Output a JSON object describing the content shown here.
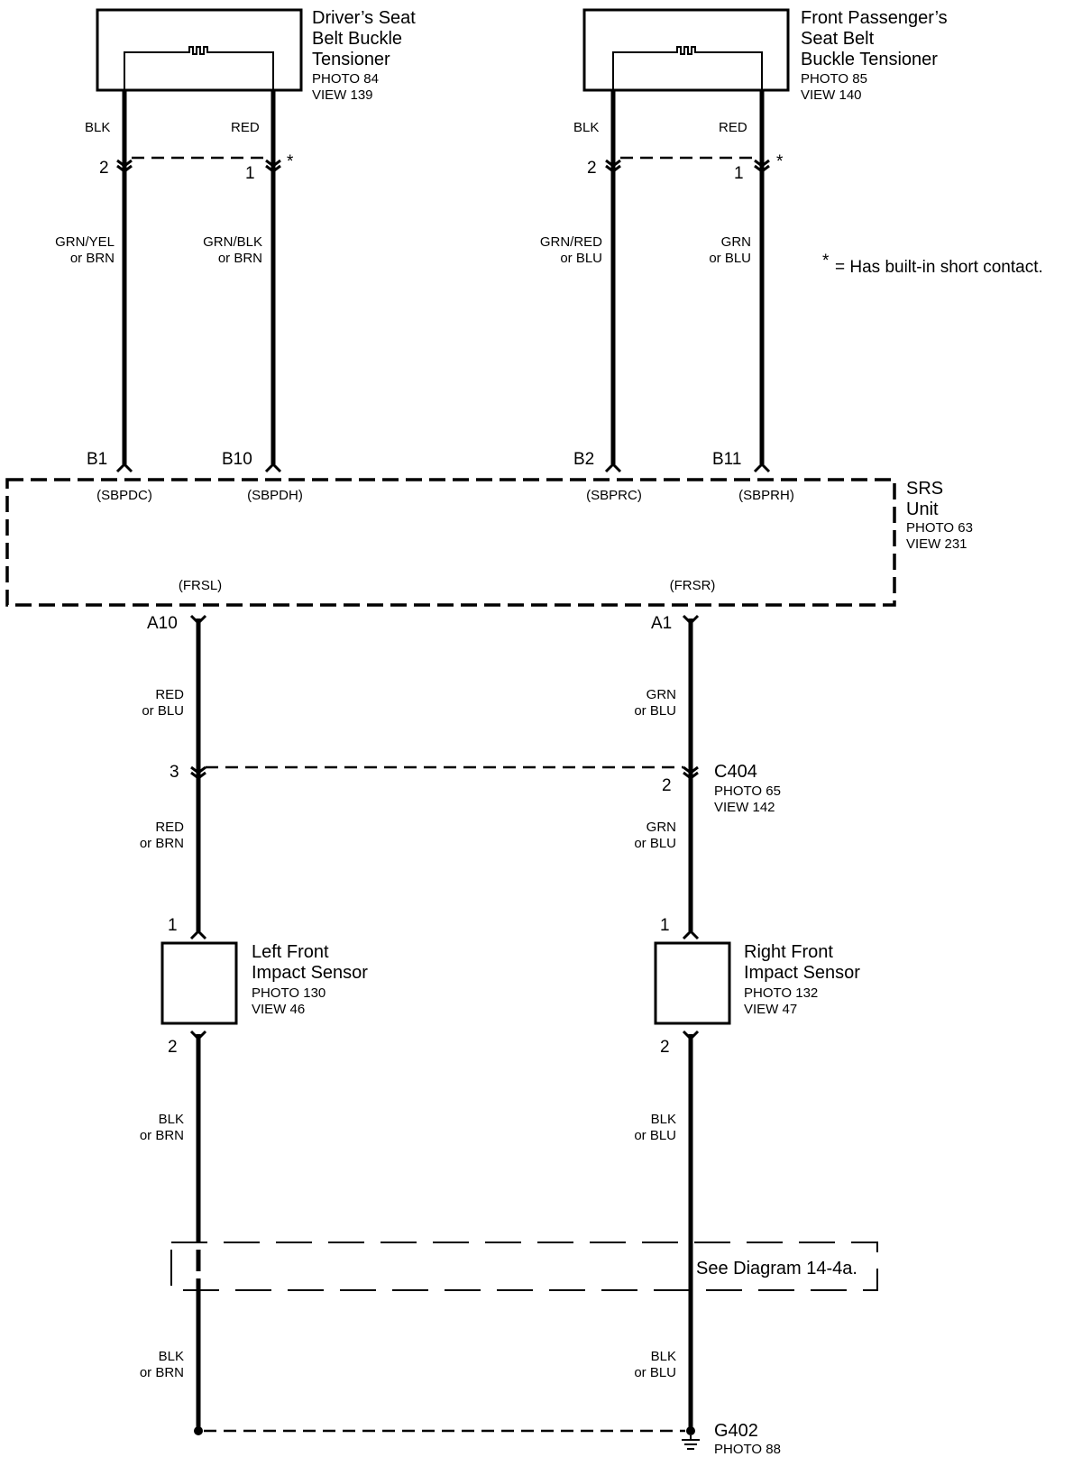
{
  "drivers_tensioner": {
    "name_lines": [
      "Driver’s Seat",
      "Belt Buckle",
      "Tensioner"
    ],
    "photo": "PHOTO 84",
    "view": "VIEW 139",
    "wire_left_top": "BLK",
    "wire_right_top": "RED",
    "pin_left": "2",
    "pin_right": "1",
    "short_mark": "*",
    "wire_left_bottom": [
      "GRN/YEL",
      "or BRN"
    ],
    "wire_right_bottom": [
      "GRN/BLK",
      "or BRN"
    ]
  },
  "passenger_tensioner": {
    "name_lines": [
      "Front Passenger’s",
      "Seat Belt",
      "Buckle Tensioner"
    ],
    "photo": "PHOTO 85",
    "view": "VIEW 140",
    "wire_left_top": "BLK",
    "wire_right_top": "RED",
    "pin_left": "2",
    "pin_right": "1",
    "short_mark": "*",
    "wire_left_bottom": [
      "GRN/RED",
      "or BLU"
    ],
    "wire_right_bottom": [
      "GRN",
      "or BLU"
    ]
  },
  "note": {
    "star": "*",
    "text": "= Has built-in short contact."
  },
  "srs_unit": {
    "name_lines": [
      "SRS",
      "Unit"
    ],
    "photo": "PHOTO 63",
    "view": "VIEW 231",
    "top_pins": [
      {
        "pin": "B1",
        "signal": "(SBPDC)"
      },
      {
        "pin": "B10",
        "signal": "(SBPDH)"
      },
      {
        "pin": "B2",
        "signal": "(SBPRC)"
      },
      {
        "pin": "B11",
        "signal": "(SBPRH)"
      }
    ],
    "bottom_pins": [
      {
        "pin": "A10",
        "signal": "(FRSL)"
      },
      {
        "pin": "A1",
        "signal": "(FRSR)"
      }
    ]
  },
  "c404": {
    "name": "C404",
    "photo": "PHOTO 65",
    "view": "VIEW 142",
    "pin_left": "3",
    "pin_right": "2"
  },
  "left_wires": {
    "upper": [
      "RED",
      "or BLU"
    ],
    "lower": [
      "RED",
      "or BRN"
    ],
    "ground1": [
      "BLK",
      "or BRN"
    ],
    "ground2": [
      "BLK",
      "or BRN"
    ]
  },
  "right_wires": {
    "upper": [
      "GRN",
      "or BLU"
    ],
    "lower": [
      "GRN",
      "or BLU"
    ],
    "ground1": [
      "BLK",
      "or BLU"
    ],
    "ground2": [
      "BLK",
      "or BLU"
    ]
  },
  "left_sensor": {
    "name_lines": [
      "Left Front",
      "Impact Sensor"
    ],
    "photo": "PHOTO 130",
    "view": "VIEW 46",
    "pin_top": "1",
    "pin_bottom": "2"
  },
  "right_sensor": {
    "name_lines": [
      "Right Front",
      "Impact Sensor"
    ],
    "photo": "PHOTO 132",
    "view": "VIEW 47",
    "pin_top": "1",
    "pin_bottom": "2"
  },
  "see_diagram": "See Diagram 14-4a.",
  "ground": {
    "name": "G402",
    "photo": "PHOTO 88"
  }
}
